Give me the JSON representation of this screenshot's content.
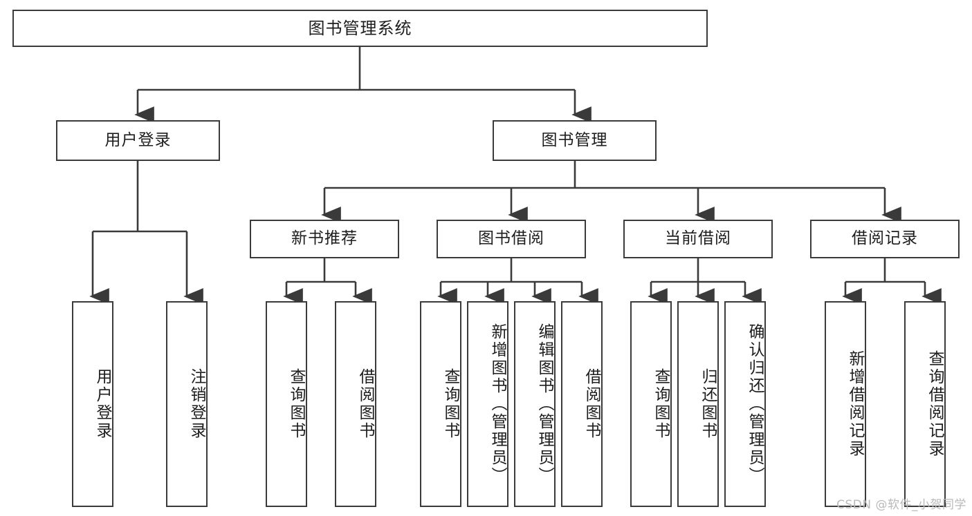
{
  "diagram": {
    "type": "tree-hierarchy-chart",
    "title": "图书管理系统",
    "watermark": "CSDN @软件_小贺同学",
    "colors": {
      "box_border": "#3a3a3a",
      "box_fill": "#ffffff",
      "edge": "#3a3a3a",
      "text": "#1d1d1d",
      "watermark": "#b9b9b9",
      "background": "#ffffff"
    },
    "root": {
      "label": "图书管理系统"
    },
    "level2": [
      {
        "label": "用户登录"
      },
      {
        "label": "图书管理"
      }
    ],
    "level3": [
      {
        "label": "新书推荐"
      },
      {
        "label": "图书借阅"
      },
      {
        "label": "当前借阅"
      },
      {
        "label": "借阅记录"
      }
    ],
    "leaves": {
      "user_login": [
        {
          "label": "用户登录"
        },
        {
          "label": "注销登录"
        }
      ],
      "new_book_recommend": [
        {
          "label": "查询图书"
        },
        {
          "label": "借阅图书"
        }
      ],
      "book_borrow": [
        {
          "label": "查询图书"
        },
        {
          "label": "新增图书（管理员）"
        },
        {
          "label": "编辑图书（管理员）"
        },
        {
          "label": "借阅图书"
        }
      ],
      "current_borrow": [
        {
          "label": "查询图书"
        },
        {
          "label": "归还图书"
        },
        {
          "label": "确认归还（管理员）"
        }
      ],
      "borrow_record": [
        {
          "label": "新增借阅记录"
        },
        {
          "label": "查询借阅记录"
        }
      ]
    }
  }
}
